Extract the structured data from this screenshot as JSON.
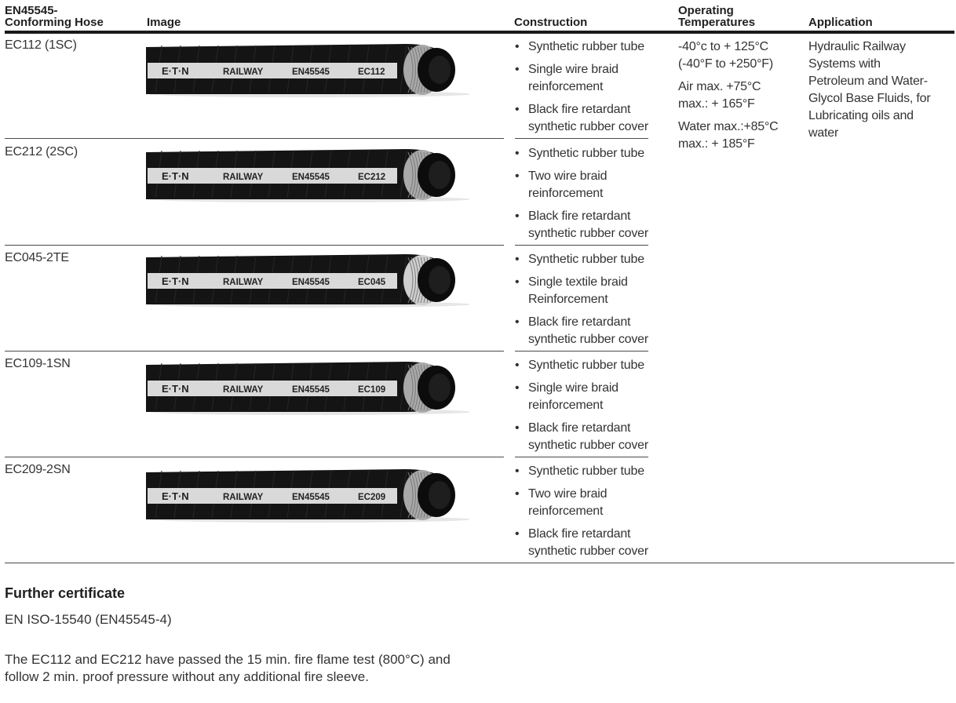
{
  "header": {
    "col_hose": "EN45545-\nConforming Hose",
    "col_image": "Image",
    "col_construction": "Construction",
    "col_temps": "Operating\nTemperatures",
    "col_application": "Application"
  },
  "rows": [
    {
      "hose": "EC112 (1SC)",
      "print": {
        "brand": "E·T·N",
        "railway": "RAILWAY",
        "std": "EN45545",
        "code": "EC112"
      },
      "braid": "wire",
      "construction": [
        "Synthetic rubber tube",
        "Single wire braid reinforcement",
        "Black fire retardant synthetic rubber cover"
      ]
    },
    {
      "hose": "EC212 (2SC)",
      "print": {
        "brand": "E·T·N",
        "railway": "RAILWAY",
        "std": "EN45545",
        "code": "EC212"
      },
      "braid": "wire",
      "construction": [
        "Synthetic rubber tube",
        "Two wire braid reinforcement",
        "Black fire retardant synthetic rubber cover"
      ]
    },
    {
      "hose": "EC045-2TE",
      "print": {
        "brand": "E·T·N",
        "railway": "RAILWAY",
        "std": "EN45545",
        "code": "EC045"
      },
      "braid": "textile",
      "construction": [
        "Synthetic rubber tube",
        "Single textile braid Reinforcement",
        "Black fire retardant synthetic rubber cover"
      ]
    },
    {
      "hose": "EC109-1SN",
      "print": {
        "brand": "E·T·N",
        "railway": "RAILWAY",
        "std": "EN45545",
        "code": "EC109"
      },
      "braid": "wire",
      "construction": [
        "Synthetic rubber tube",
        "Single wire braid reinforcement",
        "Black fire retardant synthetic rubber cover"
      ]
    },
    {
      "hose": "EC209-2SN",
      "print": {
        "brand": "E·T·N",
        "railway": "RAILWAY",
        "std": "EN45545",
        "code": "EC209"
      },
      "braid": "wire",
      "construction": [
        "Synthetic rubber tube",
        "Two wire braid reinforcement",
        "Black fire retardant synthetic rubber cover"
      ]
    }
  ],
  "temperatures": [
    "-40°c to + 125°C\n(-40°F to +250°F)",
    "Air max. +75°C\nmax.: + 165°F",
    "Water max.:+85°C\nmax.: + 185°F"
  ],
  "application": "Hydraulic Railway Systems with Petroleum and Water-Glycol Base Fluids, for Lubricating oils and water",
  "bullet_symbol": "•",
  "further": {
    "title": "Further certificate",
    "standard": "EN ISO-15540 (EN45545-4)",
    "note": "The EC112 and EC212 have passed the 15 min. fire flame test (800°C) and follow 2 min. proof pressure without any additional fire sleeve."
  },
  "colors": {
    "hose_body": "#141414",
    "stripe": "#d9d9d9",
    "rule": "#1a1a1a"
  }
}
